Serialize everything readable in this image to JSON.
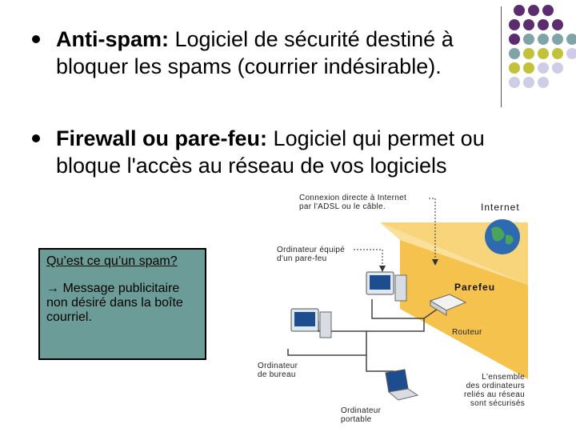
{
  "bullets": [
    {
      "term": "Anti-spam:",
      "line1": " Logiciel de sécurité destiné à",
      "line2": "bloquer les spams (courrier indésirable)."
    },
    {
      "term": "Firewall ou pare-feu:",
      "line1": " Logiciel qui permet ou",
      "line2": "bloque l'accès au réseau de vos logiciels"
    }
  ],
  "callout": {
    "question": "Qu’est ce qu’un spam?",
    "arrow": "→",
    "answer": " Message publicitaire non désiré dans la boîte courriel."
  },
  "diagram": {
    "conn_line1": "Connexion directe à Internet",
    "conn_line2": "par l'ADSL ou le câble.",
    "internet": "Internet",
    "pc_fw_line1": "Ordinateur équipé",
    "pc_fw_line2": "d'un pare-feu",
    "parefeu": "Parefeu",
    "routeur": "Routeur",
    "desktop_line1": "Ordinateur",
    "desktop_line2": "de bureau",
    "ensemble_line1": "L'ensemble",
    "ensemble_line2": "des ordinateurs",
    "ensemble_line3": "reliés au réseau",
    "ensemble_line4": "sont sécurisés",
    "laptop_line1": "Ordinateur",
    "laptop_line2": "portable"
  },
  "colors": {
    "purple": "#5b2d6e",
    "teal": "#7fa3a6",
    "olive": "#c2c23a",
    "lavender": "#cfcde6",
    "callout": "#6b9c98",
    "wall": "#f7c85a"
  }
}
